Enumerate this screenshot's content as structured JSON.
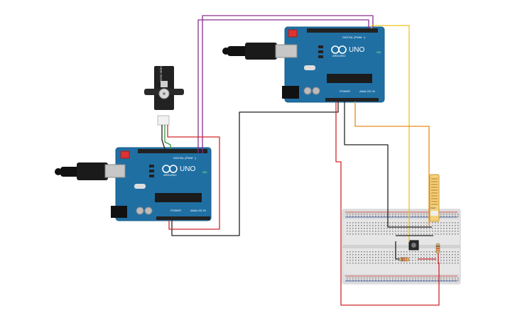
{
  "board_top": {
    "brand_label": "ARDUINO",
    "model_label": "UNO",
    "digital_header_label": "DIGITAL (PWM ~)",
    "power_label": "POWER",
    "analog_label": "ANALOG IN",
    "on_label": "ON"
  },
  "board_bottom": {
    "brand_label": "ARDUINO",
    "model_label": "UNO",
    "digital_header_label": "DIGITAL (PWM ~)",
    "power_label": "POWER",
    "analog_label": "ANALOG IN",
    "on_label": "ON"
  },
  "servo": {
    "model_label": "SG90 SERVO"
  },
  "flex_sensor": {
    "label": "FLEX"
  },
  "colors": {
    "board": "#1f6fa3",
    "board_dark": "#175c88",
    "wire_red": "#d0262b",
    "wire_black": "#222222",
    "wire_purple": "#8a2d91",
    "wire_yellow": "#f2c21b",
    "wire_orange": "#e88a1a",
    "wire_green": "#2e9b3a",
    "breadboard": "#e8e8e8"
  }
}
